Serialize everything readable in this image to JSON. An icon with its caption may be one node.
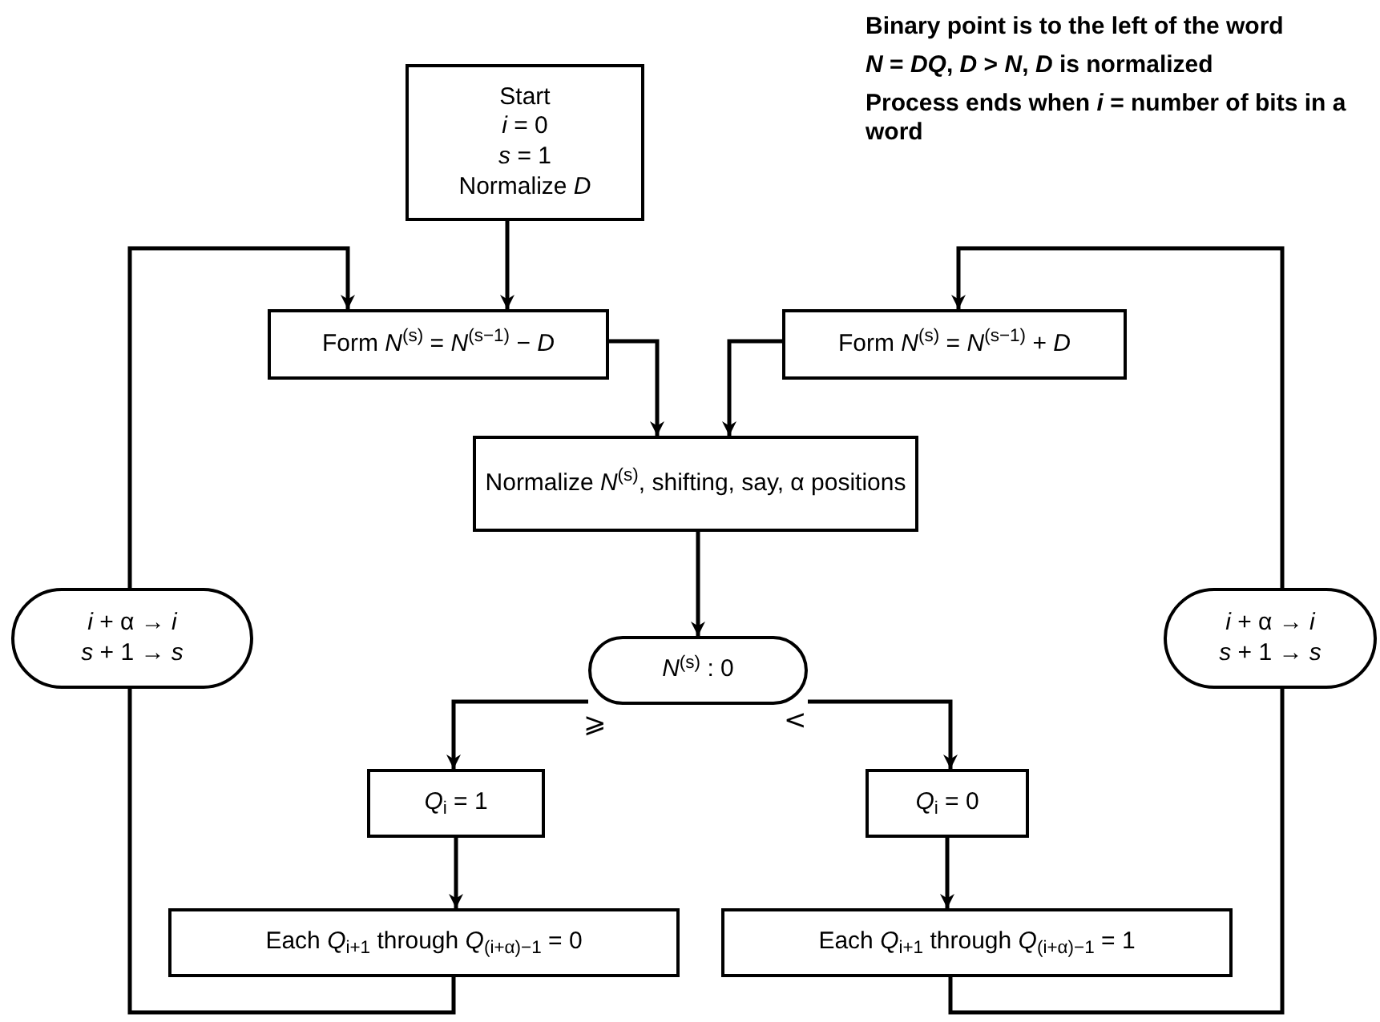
{
  "diagram": {
    "nodes": [
      {
        "text": [
          "Start",
          "*i* = 0",
          "*s* = 1",
          "Normalize *D*"
        ]
      },
      {
        "text": [
          "Form *N*$^{(s)}$ = *N*$^{(s−1)}$ − *D*"
        ]
      },
      {
        "text": [
          "Form *N*$^{(s)}$ = *N*$^{(s−1)}$ + *D*"
        ]
      },
      {
        "text": [
          "Normalize *N*$^{(s)}$, shifting, say, α positions"
        ]
      },
      {
        "text": [
          "*N*$^{(s)}$ : 0"
        ]
      },
      {
        "text": [
          "*Q*$_{i}$ = 1"
        ]
      },
      {
        "text": [
          "*Q*$_{i}$ = 0"
        ]
      },
      {
        "text": [
          "Each *Q*$_{i+1}$ through *Q*$_{(i+α)−1}$ = 0"
        ]
      },
      {
        "text": [
          "Each *Q*$_{i+1}$ through *Q*$_{(i+α)−1}$ = 1"
        ]
      },
      {
        "text": [
          "*i* + α → *i*",
          "*s* + 1 → *s*"
        ]
      },
      {
        "text": [
          "*i* + α → *i*",
          "*s* + 1 → *s*"
        ]
      }
    ],
    "edges": [
      {
        "from": 0,
        "to": 1,
        "arrow": "to"
      },
      {
        "from": 1,
        "to": 3,
        "arrow": "to"
      },
      {
        "from": 2,
        "to": 3,
        "arrow": "to"
      },
      {
        "from": 3,
        "to": 4,
        "arrow": "to"
      },
      {
        "from": 4,
        "to": 5,
        "arrow": "to",
        "label": "⩾"
      },
      {
        "from": 4,
        "to": 6,
        "arrow": "to",
        "label": "<"
      },
      {
        "from": 5,
        "to": 7,
        "arrow": "to"
      },
      {
        "from": 6,
        "to": 8,
        "arrow": "to"
      },
      {
        "from": 7,
        "to": 9,
        "arrow": "none"
      },
      {
        "from": 9,
        "to": 1,
        "arrow": "to"
      },
      {
        "from": 8,
        "to": 10,
        "arrow": "none"
      },
      {
        "from": 10,
        "to": 2,
        "arrow": "to"
      }
    ],
    "labels": [
      "Binary point is to the left of the word",
      "*N* = *DQ*, *D* > *N*, *D* is normalized",
      "Process ends when *i* = number of bits in a word"
    ]
  }
}
